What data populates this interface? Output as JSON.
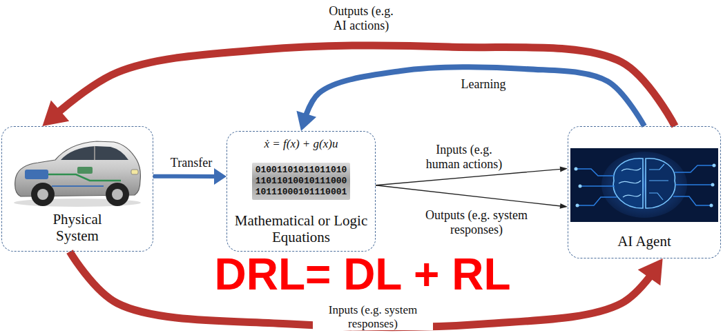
{
  "diagram": {
    "nodes": [
      {
        "text": [
          "Physical System"
        ]
      },
      {
        "text": [
          "ẋ = f(x) + g(x)u",
          "01001101011011010 11011010010111000 10111000101110001",
          "Mathematical or Logic Equations"
        ]
      },
      {
        "text": [
          "AI Agent"
        ]
      }
    ],
    "edges": [
      {
        "from": 0,
        "to": 1,
        "label": "Transfer",
        "arrow": "to"
      },
      {
        "from": 1,
        "to": 2,
        "label": "Inputs (e.g. human actions)",
        "arrow": "to"
      },
      {
        "from": 1,
        "to": 2,
        "label": "Outputs (e.g. system responses)",
        "arrow": "to"
      },
      {
        "from": 2,
        "to": 0,
        "label": "Outputs (e.g. AI actions)",
        "arrow": "to"
      },
      {
        "from": 2,
        "to": 1,
        "label": "Learning",
        "arrow": "to"
      },
      {
        "from": 0,
        "to": 2,
        "label": "Inputs (e.g. system responses)",
        "arrow": "to"
      }
    ],
    "labels": [
      "DRL= DL + RL"
    ]
  }
}
